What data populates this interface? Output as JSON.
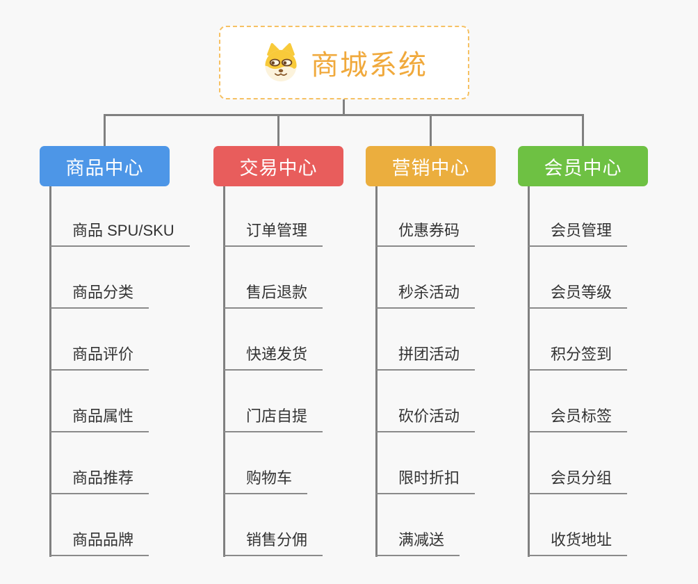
{
  "page": {
    "background_color": "#f8f8f8",
    "connector_color": "#808080"
  },
  "root": {
    "title": "商城系统",
    "icon": "shiba-dog-icon",
    "text_color": "#f0a93c",
    "border_color": "#f6c163"
  },
  "branches": [
    {
      "label": "商品中心",
      "color": "#4d96e7",
      "items": [
        "商品 SPU/SKU",
        "商品分类",
        "商品评价",
        "商品属性",
        "商品推荐",
        "商品品牌"
      ]
    },
    {
      "label": "交易中心",
      "color": "#e85d5c",
      "items": [
        "订单管理",
        "售后退款",
        "快递发货",
        "门店自提",
        "购物车",
        "销售分佣"
      ]
    },
    {
      "label": "营销中心",
      "color": "#ebae3e",
      "items": [
        "优惠券码",
        "秒杀活动",
        "拼团活动",
        "砍价活动",
        "限时折扣",
        "满减送"
      ]
    },
    {
      "label": "会员中心",
      "color": "#6ec143",
      "items": [
        "会员管理",
        "会员等级",
        "积分签到",
        "会员标签",
        "会员分组",
        "收货地址"
      ]
    }
  ]
}
